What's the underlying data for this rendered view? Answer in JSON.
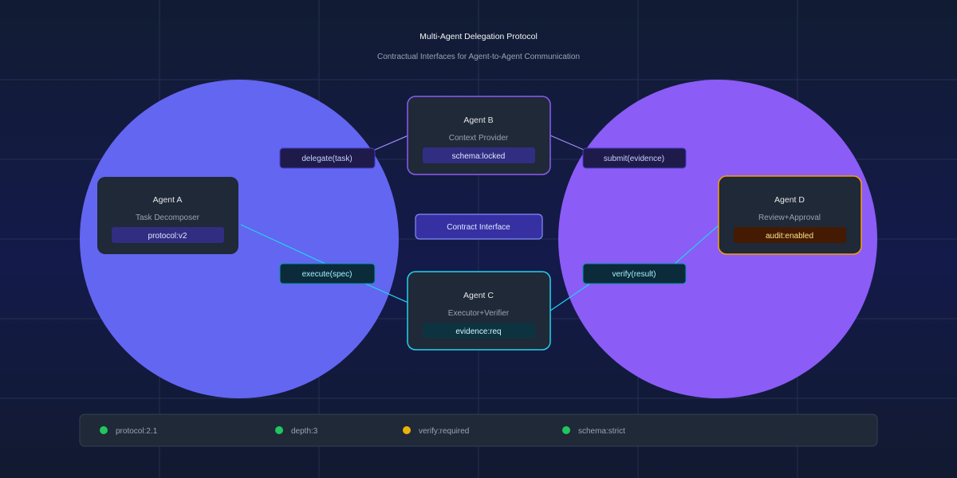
{
  "header": {
    "title": "Multi-Agent Delegation Protocol",
    "subtitle": "Contractual Interfaces for Agent-to-Agent Communication"
  },
  "colors": {
    "indigo": "#6366f1",
    "violet": "#8b5cf6",
    "cyan": "#22d3ee",
    "amber": "#f59e0b",
    "green": "#22c55e",
    "card": "#1f2937"
  },
  "agents": {
    "a": {
      "name": "Agent A",
      "role": "Task Decomposer",
      "tag": "protocol:v2"
    },
    "b": {
      "name": "Agent B",
      "role": "Context Provider",
      "tag": "schema:locked"
    },
    "c": {
      "name": "Agent C",
      "role": "Executor+Verifier",
      "tag": "evidence:req"
    },
    "d": {
      "name": "Agent D",
      "role": "Review+Approval",
      "tag": "audit:enabled"
    }
  },
  "center": {
    "label": "Contract Interface"
  },
  "edges": {
    "delegate": "delegate(task)",
    "submit": "submit(evidence)",
    "execute": "execute(spec)",
    "verify": "verify(result)"
  },
  "status": [
    {
      "label": "protocol:2.1",
      "color": "#22c55e"
    },
    {
      "label": "depth:3",
      "color": "#22c55e"
    },
    {
      "label": "verify:required",
      "color": "#eab308"
    },
    {
      "label": "schema:strict",
      "color": "#22c55e"
    }
  ]
}
